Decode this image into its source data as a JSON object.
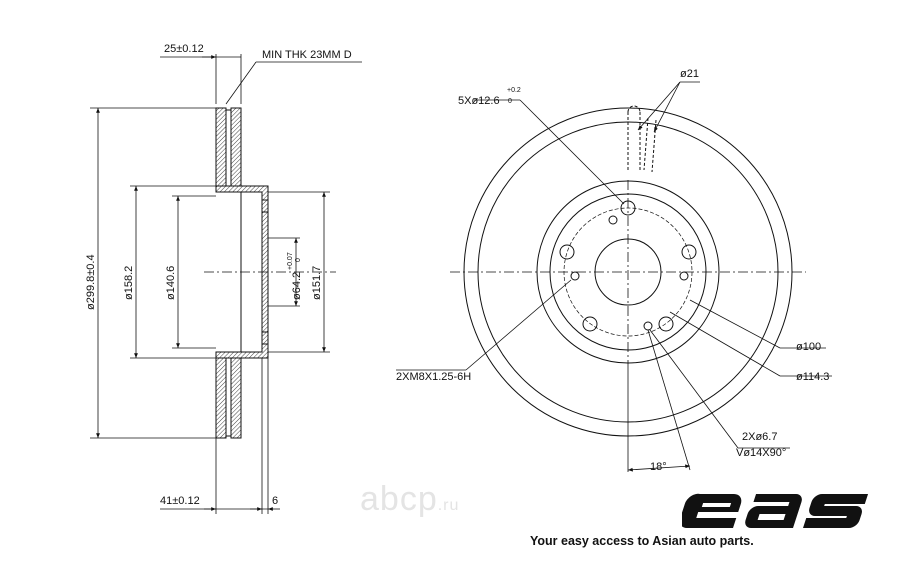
{
  "side_view": {
    "top_width": "25±0.12",
    "min_thickness": "MIN THK 23MM D",
    "outer_diameter": "ø299.8±0.4",
    "hat_diameter": "ø158.2",
    "inner_diameter": "ø140.6",
    "center_bore": "ø64.2",
    "center_bore_tol_upper": "+0.07",
    "center_bore_tol_lower": "0",
    "hub_diameter": "ø151.7",
    "total_height": "41±0.12",
    "hat_thickness": "6"
  },
  "front_view": {
    "bolt_holes": "5Xø12.6",
    "bolt_holes_tol_upper": "+0.2",
    "bolt_holes_tol_lower": "0",
    "slot_width": "ø21",
    "threaded_holes": "2XM8X1.25-6H",
    "pcd_inner": "ø100",
    "pcd_outer": "ø114.3",
    "small_holes": "2Xø6.7",
    "countersink": "Vø14X90°",
    "angle": "18°"
  },
  "watermark": {
    "name": "abcp",
    "tld": ".ru"
  },
  "brand": {
    "logo_text": "eas",
    "tagline": "Your easy access to Asian auto parts.",
    "color": "#111111"
  }
}
